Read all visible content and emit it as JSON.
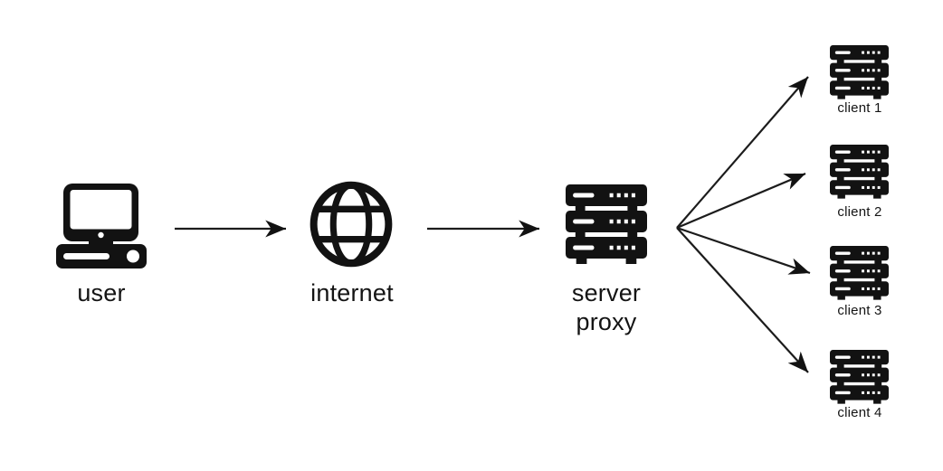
{
  "colors": {
    "ink": "#121212",
    "background": "#ffffff"
  },
  "diagram": {
    "nodes": {
      "user": {
        "label": "user",
        "icon": "desktop-computer-icon"
      },
      "internet": {
        "label": "internet",
        "icon": "globe-icon"
      },
      "server_proxy": {
        "label_line1": "server",
        "label_line2": "proxy",
        "icon": "server-rack-icon"
      },
      "clients": [
        {
          "label": "client 1",
          "icon": "server-rack-icon"
        },
        {
          "label": "client 2",
          "icon": "server-rack-icon"
        },
        {
          "label": "client 3",
          "icon": "server-rack-icon"
        },
        {
          "label": "client 4",
          "icon": "server-rack-icon"
        }
      ]
    },
    "edges": [
      {
        "from": "user",
        "to": "internet",
        "type": "arrow"
      },
      {
        "from": "internet",
        "to": "server proxy",
        "type": "arrow"
      },
      {
        "from": "server proxy",
        "to": "client 1",
        "type": "arrow"
      },
      {
        "from": "server proxy",
        "to": "client 2",
        "type": "arrow"
      },
      {
        "from": "server proxy",
        "to": "client 3",
        "type": "arrow"
      },
      {
        "from": "server proxy",
        "to": "client 4",
        "type": "arrow"
      }
    ]
  }
}
